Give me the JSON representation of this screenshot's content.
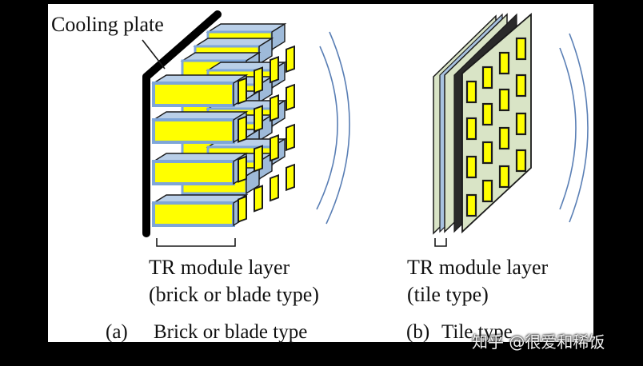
{
  "figure": {
    "callout_label": "Cooling plate",
    "left_label_line1": "TR module layer",
    "left_label_line2": "(brick or blade type)",
    "right_label_line1": "TR module layer",
    "right_label_line2": "(tile type)",
    "caption_a_label": "(a)",
    "caption_a_text": "Brick or blade type",
    "caption_b_label": "(b)",
    "caption_b_text": "Tile type"
  },
  "watermark": {
    "text": "知乎 @很爱和稀饭"
  },
  "colors": {
    "module_fill": "#ffff00",
    "module_edge": "#7ea6d8",
    "cooling_plate": "#000000",
    "tile_panel": "#d9e4c6",
    "wave_line": "#5a7fb5",
    "outline": "#1a1a1a"
  }
}
